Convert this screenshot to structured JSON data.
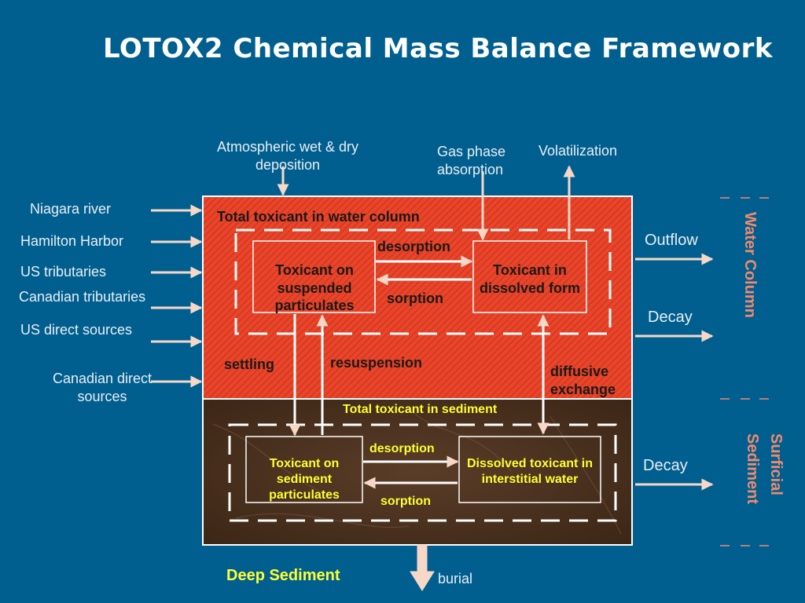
{
  "title": "LOTOX2 Chemical Mass Balance Framework",
  "inputs": {
    "niagara": "Niagara river",
    "hamilton": "Hamilton Harbor",
    "us_trib": "US tributaries",
    "can_trib": "Canadian tributaries",
    "us_direct": "US direct sources",
    "can_direct": "Canadian direct sources"
  },
  "top": {
    "atmospheric": "Atmospheric wet & dry  deposition",
    "gas_phase": "Gas phase absorption",
    "volatilization": "Volatilization"
  },
  "water": {
    "header": "Total toxicant in water column",
    "particulate": "Toxicant on suspended particulates",
    "dissolved": "Toxicant in dissolved form",
    "desorption": "desorption",
    "sorption": "sorption",
    "settling": "settling",
    "resuspension": "resuspension",
    "diffusive": "diffusive exchange"
  },
  "sediment": {
    "header": "Total toxicant in sediment",
    "particulate": "Toxicant on sediment particulates",
    "dissolved": "Dissolved toxicant in interstitial water",
    "desorption": "desorption",
    "sorption": "sorption"
  },
  "outputs": {
    "outflow": "Outflow",
    "decay_water": "Decay",
    "decay_sediment": "Decay",
    "burial": "burial",
    "deep": "Deep Sediment"
  },
  "side_labels": {
    "water_column": "Water Column",
    "surficial_sediment": "Surficial Sediment"
  },
  "colors": {
    "background": "#005f8f",
    "water_fill": "#e8452a",
    "sediment_fill": "#4a3020",
    "arrow": "#f7d8c8",
    "yellow": "#ffff33",
    "orange": "#f08a6e"
  }
}
